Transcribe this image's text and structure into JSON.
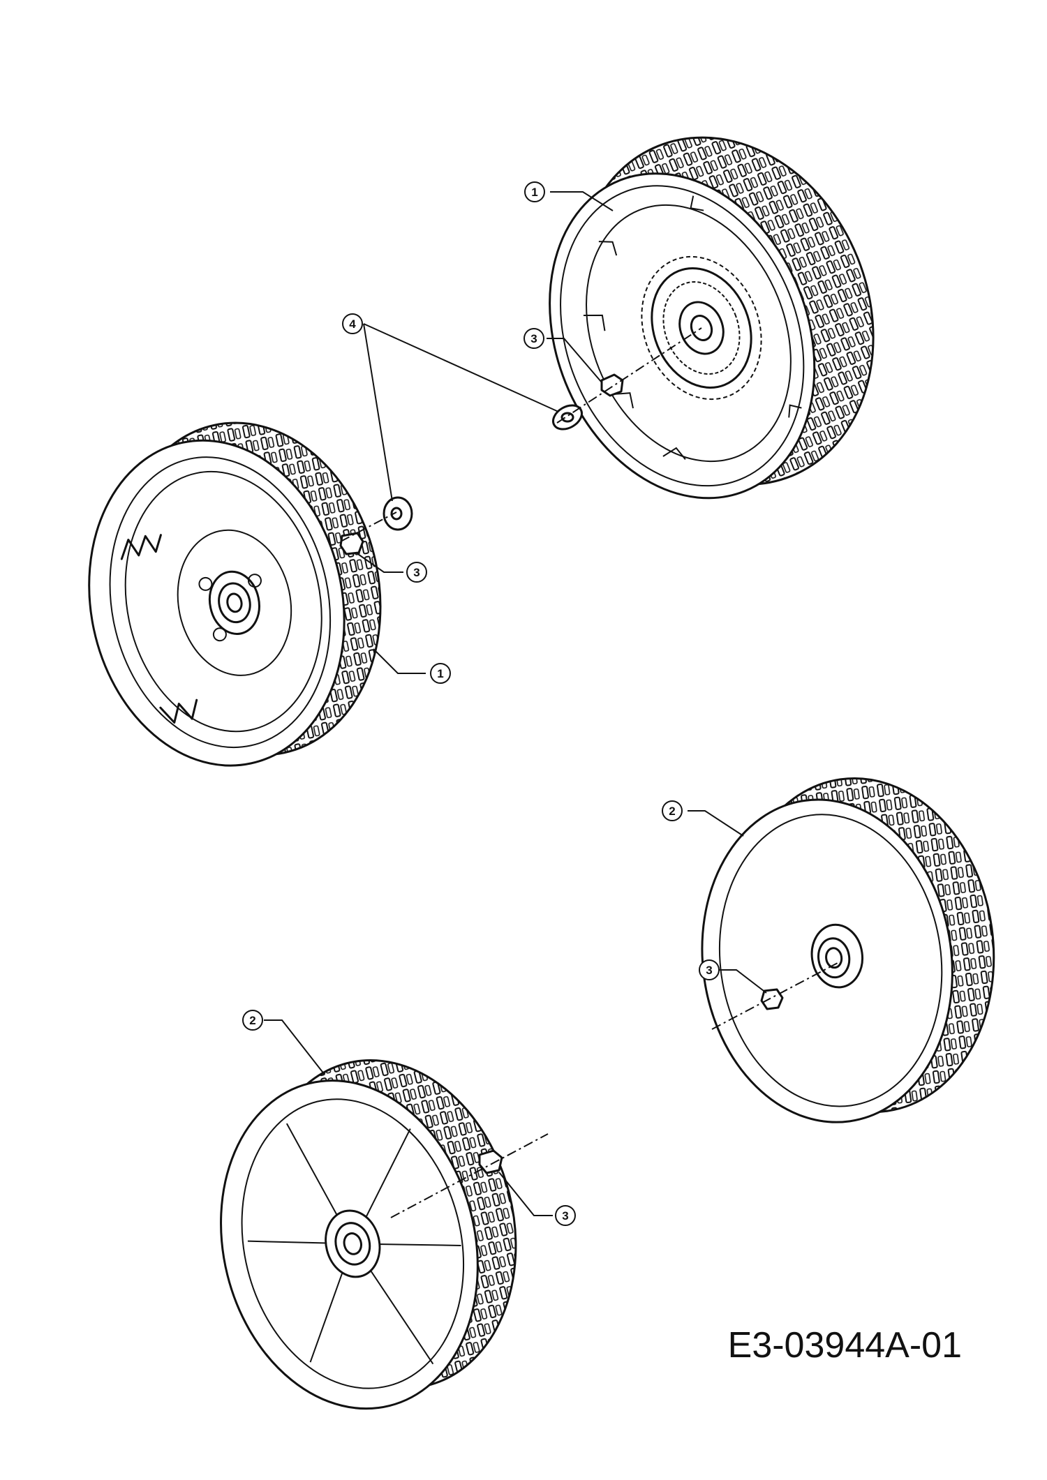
{
  "drawing_number": "E3-03944A-01",
  "callouts": [
    {
      "id": "c1a",
      "label": "1"
    },
    {
      "id": "c1b",
      "label": "1"
    },
    {
      "id": "c2a",
      "label": "2"
    },
    {
      "id": "c2b",
      "label": "2"
    },
    {
      "id": "c3a",
      "label": "3"
    },
    {
      "id": "c3b",
      "label": "3"
    },
    {
      "id": "c3c",
      "label": "3"
    },
    {
      "id": "c3d",
      "label": "3"
    },
    {
      "id": "c4",
      "label": "4"
    }
  ]
}
